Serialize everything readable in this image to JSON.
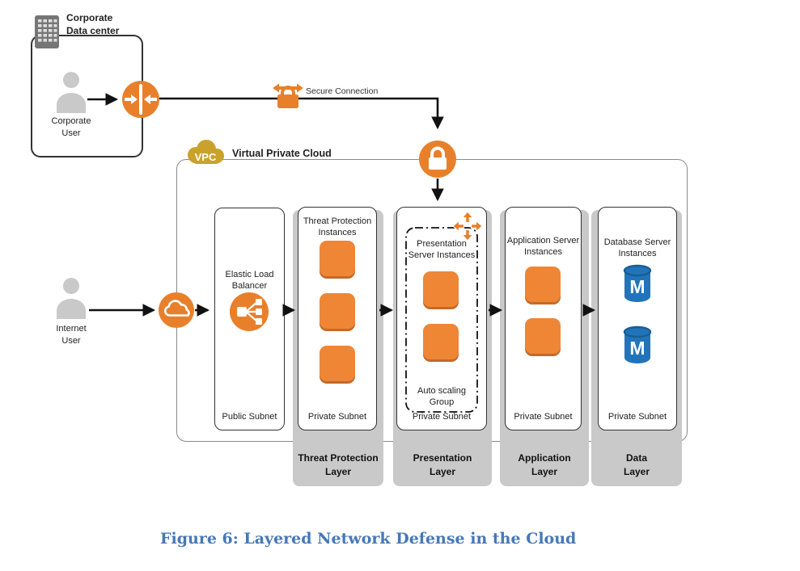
{
  "colors": {
    "orange": "#E8802B",
    "instance_orange": "#EF8636",
    "instance_shadow": "#C26A2B",
    "vpc_gold": "#C9A22B",
    "db_blue": "#2274BA",
    "layer_band_gray": "#C9C9C9",
    "caption_blue": "#4678B6"
  },
  "corporate": {
    "title": "Corporate\nData center",
    "user_label": "Corporate\nUser"
  },
  "secure_connection": {
    "label": "Secure Connection"
  },
  "vpc": {
    "badge": "VPC",
    "label": "Virtual Private Cloud"
  },
  "internet": {
    "user_label": "Internet\nUser"
  },
  "public_subnet": {
    "title": "Elastic Load\nBalancer",
    "subnet_label": "Public Subnet"
  },
  "auto_scaling": {
    "label": "Auto scaling\nGroup"
  },
  "columns": [
    {
      "instances_label": "Threat Protection\nInstances",
      "subnet_label": "Private Subnet",
      "layer_label": "Threat Protection\nLayer",
      "instance_count": 3
    },
    {
      "instances_label": "Presentation\nServer Instances",
      "subnet_label": "Private Subnet",
      "layer_label": "Presentation\nLayer",
      "instance_count": 2
    },
    {
      "instances_label": "Application Server\nInstances",
      "subnet_label": "Private Subnet",
      "layer_label": "Application\nLayer",
      "instance_count": 2
    },
    {
      "instances_label": "Database Server\nInstances",
      "subnet_label": "Private Subnet",
      "layer_label": "Data\nLayer",
      "instance_count": 2
    }
  ],
  "icons": {
    "corporate_building": "office-building",
    "user": "person-silhouette",
    "router": "vpn-router-circle",
    "secure_connection": "lock-with-arrows",
    "vpn_gateway": "lock-circle",
    "vpc_badge": "vpc-cloud",
    "internet_gateway": "cloud-circle",
    "elb": "load-balancer-circle",
    "instance": "orange-square",
    "auto_scaling": "expand-arrows",
    "database": "db-cylinder",
    "db_letter": "M"
  },
  "caption": "Figure 6: Layered Network Defense in the Cloud"
}
